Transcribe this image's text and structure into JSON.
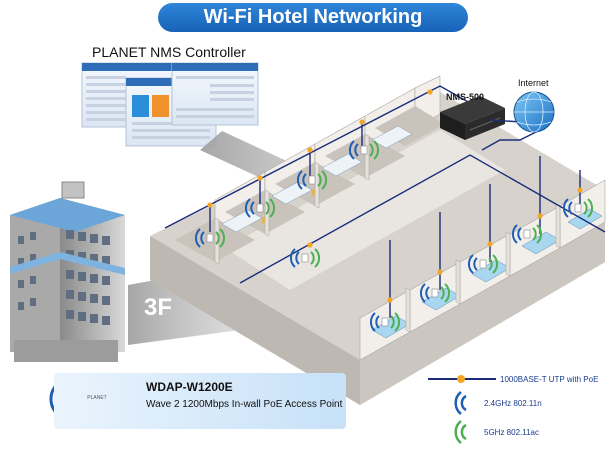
{
  "title": "Wi-Fi Hotel Networking",
  "nms_controller_label": "PLANET NMS Controller",
  "nms_server_label": "NMS-500",
  "internet_label": "Internet",
  "floor_label": "3F",
  "product": {
    "model": "WDAP-W1200E",
    "description": "Wave 2 1200Mbps In-wall PoE Access Point",
    "device_text": "PLANET"
  },
  "legend": {
    "cable": "1000BASE-T UTP with PoE",
    "band_24": "2.4GHz 802.11n",
    "band_5": "5GHz 802.11ac"
  },
  "colors": {
    "title_bg": "#1f6fc8",
    "cable": "#1b2d7a",
    "poe_dot": "#f5a623",
    "wifi_24": "#1d5fb4",
    "wifi_5": "#4caf50"
  }
}
